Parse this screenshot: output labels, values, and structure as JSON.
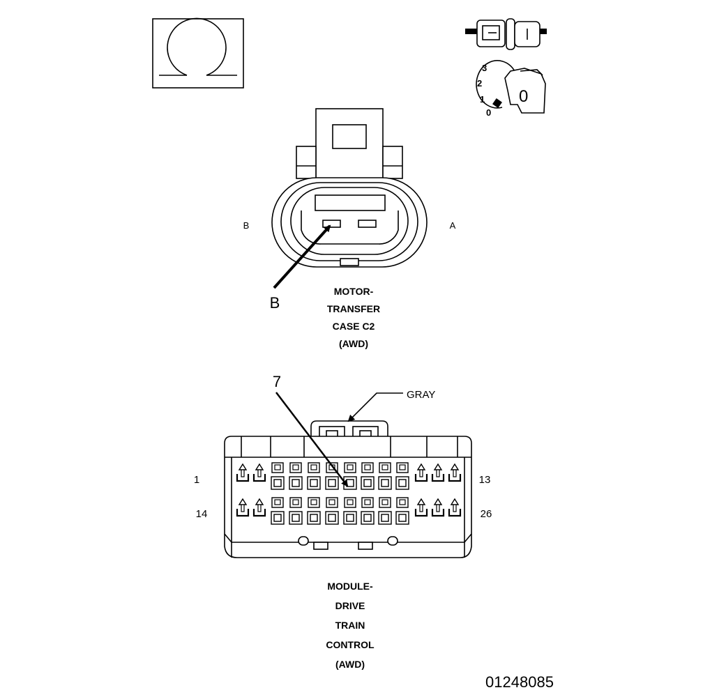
{
  "meter": {
    "symbol_icon": "ohm-symbol-icon",
    "key_icon": "ignition-key-icon",
    "connector_icon": "disconnected-connector-icon",
    "switch_positions": [
      "3",
      "2",
      "1",
      "0"
    ],
    "key_label": "0"
  },
  "connector_c2": {
    "caption": [
      "MOTOR-",
      "TRANSFER",
      "CASE C2",
      "(AWD)"
    ],
    "side_left": "B",
    "side_right": "A",
    "callout": "B"
  },
  "connector_dtcm": {
    "caption": [
      "MODULE-",
      "DRIVE",
      "TRAIN",
      "CONTROL",
      "(AWD)"
    ],
    "color_callout": "GRAY",
    "pin_callout": "7",
    "pin_top_left": "1",
    "pin_top_right": "13",
    "pin_bottom_left": "14",
    "pin_bottom_right": "26"
  },
  "figure_id": "01248085"
}
